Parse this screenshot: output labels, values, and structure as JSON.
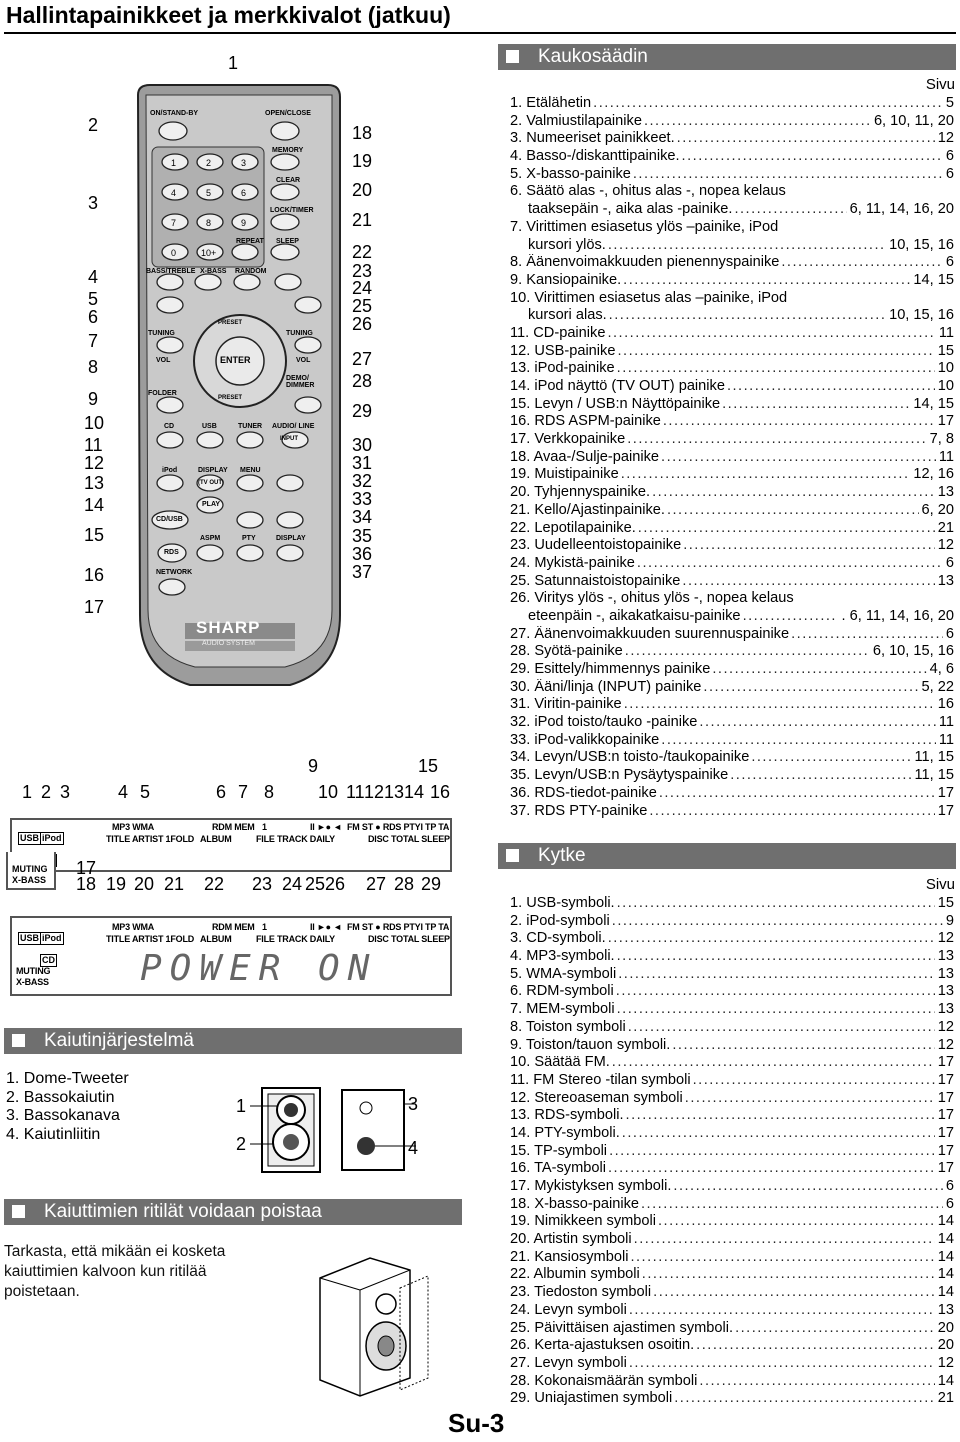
{
  "title": "Hallintapainikkeet ja merkkivalot (jatkuu)",
  "page_number": "Su-3",
  "remote": {
    "buttons": {
      "on_standby": "ON/STAND-BY",
      "open_close": "OPEN/CLOSE",
      "memory": "MEMORY",
      "clear": "CLEAR",
      "lock_timer": "LOCK/TIMER",
      "repeat": "REPEAT",
      "sleep": "SLEEP",
      "bass_treble": "BASS/TREBLE",
      "xbass": "X-BASS",
      "random": "RANDOM",
      "tuning_left": "TUNING",
      "tuning_right": "TUNING",
      "preset_up": "PRESET",
      "preset_down": "PRESET",
      "enter": "ENTER",
      "vol_left": "VOL",
      "vol_right": "VOL",
      "folder": "FOLDER",
      "demo_dimmer": "DEMO/ DIMMER",
      "cd": "CD",
      "usb": "USB",
      "tuner": "TUNER",
      "audio_line": "AUDIO/ LINE",
      "input": "INPUT",
      "ipod": "iPod",
      "display": "DISPLAY",
      "menu": "MENU",
      "tv_out": "(TV OUT)",
      "play": "PLAY",
      "cd_usb": "CD/USB",
      "rds": "RDS",
      "aspm": "ASPM",
      "pty": "PTY",
      "display2": "DISPLAY",
      "network": "NETWORK",
      "keys": [
        "1",
        "2",
        "3",
        "4",
        "5",
        "6",
        "7",
        "8",
        "9",
        "0",
        "10+"
      ]
    },
    "brand": "SHARP",
    "brand_sub": "AUDIO SYSTEM",
    "left_numbers": [
      "2",
      "3",
      "4",
      "5",
      "6",
      "7",
      "8",
      "9",
      "10",
      "11",
      "12",
      "13",
      "14",
      "15",
      "16",
      "17"
    ],
    "right_numbers": [
      "18",
      "19",
      "20",
      "21",
      "22",
      "23",
      "24",
      "25",
      "26",
      "27",
      "28",
      "29",
      "30",
      "31",
      "32",
      "33",
      "34",
      "35",
      "36",
      "37"
    ],
    "top_number": "1"
  },
  "display": {
    "top_numbers": [
      "1",
      "2",
      "3",
      "4",
      "5",
      "6",
      "7",
      "8",
      "10",
      "11",
      "12",
      "13",
      "14",
      "16"
    ],
    "top_numbers_high": [
      "9",
      "15"
    ],
    "bottom_numbers": [
      "17",
      "18",
      "19",
      "20",
      "21",
      "22",
      "23",
      "24",
      "25",
      "26",
      "27",
      "28",
      "29"
    ],
    "labels": {
      "usb": "USB",
      "ipod": "iPod",
      "cd": "CD",
      "muting": "MUTING",
      "xbass": "X-BASS",
      "mp3_wma": "MP3 WMA",
      "title_artist": "TITLE ARTIST 1FOLD",
      "rdm_mem": "RDM MEM",
      "album": "ALBUM",
      "file_track": "FILE TRACK DAILY",
      "fm_rds": "FM ST ● RDS PTYI TP TA",
      "disc_total": "DISC TOTAL SLEEP",
      "repeat": "1",
      "play_syms": "II ►● ◄"
    },
    "power_text": "POWER ON"
  },
  "sections": {
    "kaiutin": {
      "heading": "Kaiutinjärjestelmä",
      "items": [
        "1. Dome-Tweeter",
        "2. Bassokaiutin",
        "3. Bassokanava",
        "4. Kaiutinliitin"
      ],
      "callouts": [
        "1",
        "2",
        "3",
        "4"
      ]
    },
    "ritilat": {
      "heading": "Kaiuttimien ritilät voidaan poistaa",
      "text": "Tarkasta, että mikään ei kosketa kaiuttimien kalvoon kun ritilää poistetaan."
    },
    "kaukosaadin": {
      "heading": "Kaukosäädin",
      "sivu": "Sivu",
      "items": [
        {
          "t": "1. Etälähetin",
          "p": "5"
        },
        {
          "t": "2. Valmiustilapainike",
          "p": "6, 10, 11, 20"
        },
        {
          "t": "3. Numeeriset painikkeet.",
          "p": "12"
        },
        {
          "t": "4. Basso-/diskanttipainike.",
          "p": "6"
        },
        {
          "t": "5. X-basso-painike",
          "p": "6"
        },
        {
          "t": "6. Säätö alas -, ohitus alas -, nopea kelaus",
          "p": ""
        },
        {
          "t": "taaksepäin -, aika alas -painike.",
          "p": "6, 11, 14, 16, 20",
          "cont": true
        },
        {
          "t": "7. Virittimen esiasetus ylös –painike, iPod",
          "p": ""
        },
        {
          "t": "kursori ylös.",
          "p": "10, 15, 16",
          "cont": true
        },
        {
          "t": "8. Äänenvoimakkuuden pienennyspainike",
          "p": "6"
        },
        {
          "t": "9. Kansiopainike.",
          "p": "14, 15"
        },
        {
          "t": "10. Virittimen esiasetus alas –painike, iPod",
          "p": ""
        },
        {
          "t": "kursori alas.",
          "p": "10, 15, 16",
          "cont": true
        },
        {
          "t": "11. CD-painike",
          "p": "11"
        },
        {
          "t": "12. USB-painike",
          "p": "15"
        },
        {
          "t": "13. iPod-painike",
          "p": "10"
        },
        {
          "t": "14. iPod näyttö (TV OUT) painike",
          "p": "10"
        },
        {
          "t": "15. Levyn / USB:n Näyttöpainike",
          "p": "14, 15"
        },
        {
          "t": "16. RDS ASPM-painike",
          "p": "17"
        },
        {
          "t": "17. Verkkopainike",
          "p": "7, 8"
        },
        {
          "t": "18. Avaa-/Sulje-painike",
          "p": "11"
        },
        {
          "t": "19. Muistipainike",
          "p": "12, 16"
        },
        {
          "t": "20. Tyhjennyspainike.",
          "p": "13"
        },
        {
          "t": "21. Kello/Ajastinpainike.",
          "p": "6, 20"
        },
        {
          "t": "22. Lepotilapainike.",
          "p": "21"
        },
        {
          "t": "23. Uudelleentoistopainike",
          "p": "12"
        },
        {
          "t": "24. Mykistä-painike",
          "p": "6"
        },
        {
          "t": "25. Satunnaistoistopainike",
          "p": "13"
        },
        {
          "t": "26. Viritys ylös -, ohitus ylös -, nopea kelaus",
          "p": ""
        },
        {
          "t": "eteenpäin -, aikakatkaisu-painike",
          "p": ". 6, 11, 14, 16, 20",
          "cont": true
        },
        {
          "t": "27. Äänenvoimakkuuden suurennuspainike",
          "p": "6"
        },
        {
          "t": "28. Syötä-painike",
          "p": "6, 10, 15, 16"
        },
        {
          "t": "29. Esittely/himmennys painike",
          "p": "4, 6"
        },
        {
          "t": "30. Ääni/linja (INPUT) painike",
          "p": "5, 22"
        },
        {
          "t": "31. Viritin-painike",
          "p": "16"
        },
        {
          "t": "32. iPod toisto/tauko -painike",
          "p": "11"
        },
        {
          "t": "33. iPod-valikkopainike",
          "p": "11"
        },
        {
          "t": "34. Levyn/USB:n toisto-/taukopainike",
          "p": "11, 15"
        },
        {
          "t": "35. Levyn/USB:n Pysäytyspainike",
          "p": "11, 15"
        },
        {
          "t": "36. RDS-tiedot-painike",
          "p": "17"
        },
        {
          "t": "37. RDS PTY-painike",
          "p": "17"
        }
      ]
    },
    "kytke": {
      "heading": "Kytke",
      "sivu": "Sivu",
      "items": [
        {
          "t": "1. USB-symboli.",
          "p": "15"
        },
        {
          "t": "2. iPod-symboli",
          "p": "9"
        },
        {
          "t": "3. CD-symboli.",
          "p": "12"
        },
        {
          "t": "4. MP3-symboli.",
          "p": "13"
        },
        {
          "t": "5. WMA-symboli",
          "p": "13"
        },
        {
          "t": "6. RDM-symboli",
          "p": "13"
        },
        {
          "t": "7. MEM-symboli",
          "p": "13"
        },
        {
          "t": "8. Toiston symboli",
          "p": "12"
        },
        {
          "t": "9. Toiston/tauon symboli.",
          "p": "12"
        },
        {
          "t": "10. Säätää FM.",
          "p": "17"
        },
        {
          "t": "11. FM Stereo -tilan symboli",
          "p": "17"
        },
        {
          "t": "12. Stereoaseman symboli",
          "p": "17"
        },
        {
          "t": "13. RDS-symboli.",
          "p": "17"
        },
        {
          "t": "14. PTY-symboli.",
          "p": "17"
        },
        {
          "t": "15. TP-symboli",
          "p": "17"
        },
        {
          "t": "16. TA-symboli",
          "p": "17"
        },
        {
          "t": "17. Mykistyksen symboli.",
          "p": "6"
        },
        {
          "t": "18. X-basso-painike",
          "p": "6"
        },
        {
          "t": "19. Nimikkeen symboli",
          "p": "14"
        },
        {
          "t": "20. Artistin symboli",
          "p": "14"
        },
        {
          "t": "21. Kansiosymboli",
          "p": "14"
        },
        {
          "t": "22. Albumin symboli",
          "p": "14"
        },
        {
          "t": "23. Tiedoston symboli",
          "p": "14"
        },
        {
          "t": "24. Levyn symboli",
          "p": "13"
        },
        {
          "t": "25. Päivittäisen ajastimen symboli.",
          "p": "20"
        },
        {
          "t": "26. Kerta-ajastuksen osoitin.",
          "p": "20"
        },
        {
          "t": "27. Levyn symboli",
          "p": "12"
        },
        {
          "t": "28. Kokonaismäärän symboli",
          "p": "14"
        },
        {
          "t": "29. Uniajastimen symboli",
          "p": "21"
        }
      ]
    }
  }
}
